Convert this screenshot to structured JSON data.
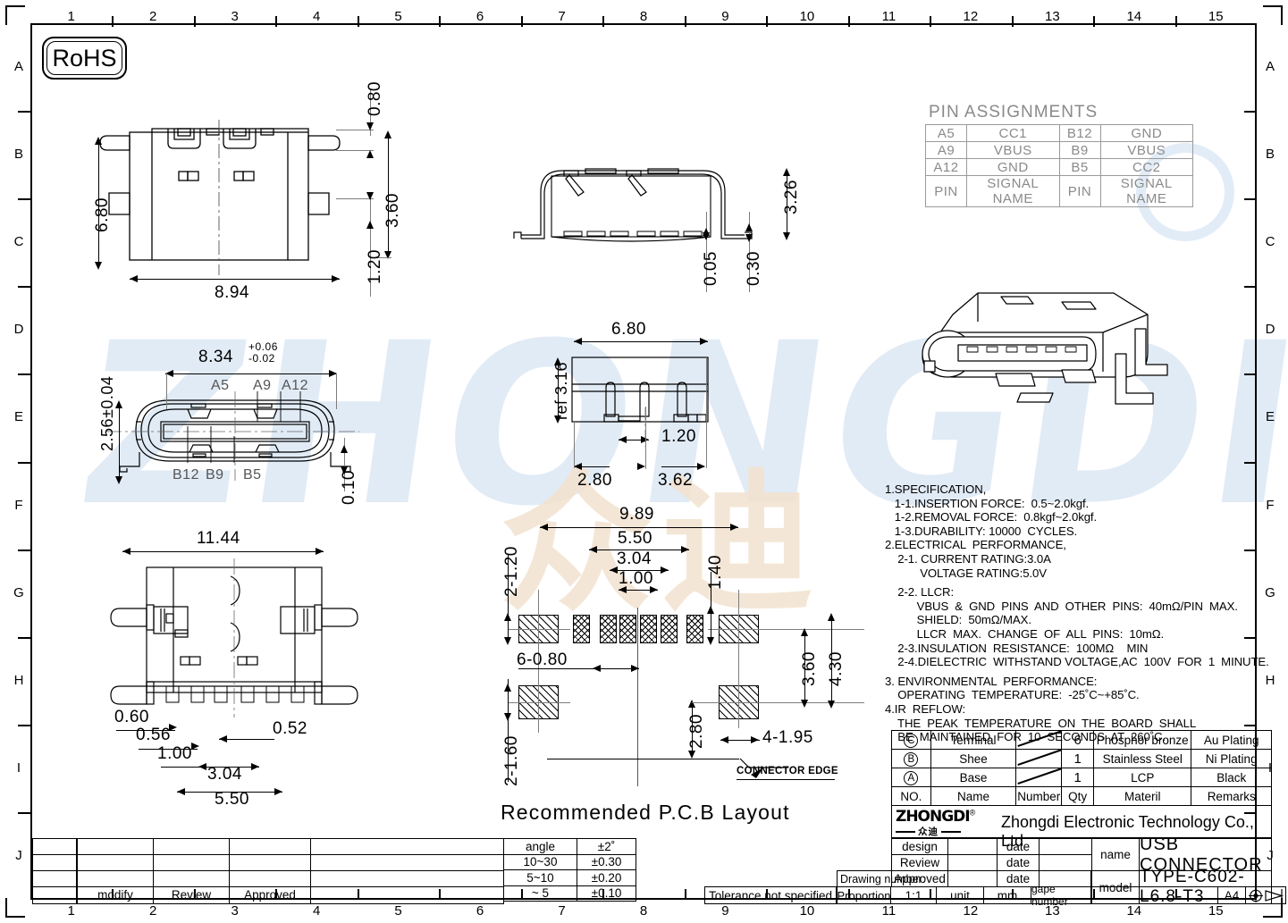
{
  "sheet": {
    "col_labels": [
      "1",
      "2",
      "3",
      "4",
      "5",
      "6",
      "7",
      "8",
      "9",
      "10",
      "11",
      "12",
      "13",
      "14",
      "15"
    ],
    "row_labels": [
      "A",
      "B",
      "C",
      "D",
      "E",
      "F",
      "G",
      "H",
      "I",
      "J"
    ],
    "rohs_label": "RoHS"
  },
  "pin_assignments": {
    "title": "PIN ASSIGNMENTS",
    "rows": [
      [
        "A5",
        "CC1",
        "B12",
        "GND"
      ],
      [
        "A9",
        "VBUS",
        "B9",
        "VBUS"
      ],
      [
        "A12",
        "GND",
        "B5",
        "CC2"
      ],
      [
        "PIN",
        "SIGNAL NAME",
        "PIN",
        "SIGNAL NAME"
      ]
    ]
  },
  "views": {
    "top_view": {
      "dims": [
        "6.80",
        "8.94",
        "0.80",
        "3.60",
        "1.20"
      ]
    },
    "side_view": {
      "dims": [
        "3.26",
        "0.05",
        "0.30"
      ]
    },
    "front_view": {
      "dims": [
        "2.56±0.04",
        "8.34",
        "+0.06",
        "-0.02",
        "0.10"
      ],
      "pin_top": [
        "A5",
        "A9",
        "A12"
      ],
      "pin_bottom": [
        "B12",
        "B9",
        "B5"
      ]
    },
    "end_view": {
      "dims": [
        "6.80",
        "ref 3.16",
        "1.20",
        "2.80",
        "3.62"
      ]
    },
    "bottom_view": {
      "dims": [
        "11.44",
        "0.60",
        "0.56",
        "1.00",
        "0.52",
        "3.04",
        "5.50"
      ]
    },
    "pcb_layout": {
      "title": "Recommended P.C.B Layout",
      "dims": [
        "9.89",
        "5.50",
        "3.04",
        "1.00",
        "1.40",
        "2-1.20",
        "6-0.80",
        "2-1.60",
        "3.60",
        "4.30",
        "2.80",
        "4-1.95"
      ],
      "note": "CONNECTOR EDGE"
    }
  },
  "specification": {
    "lines": [
      "1.SPECIFICATION,",
      "   1-1.INSERTION FORCE:  0.5~2.0kgf.",
      "   1-2.REMOVAL FORCE:  0.8kgf~2.0kgf.",
      "   1-3.DURABILITY: 10000  CYCLES.",
      "2.ELECTRICAL  PERFORMANCE,",
      "    2-1. CURRENT RATING:3.0A",
      "           VOLTAGE RATING:5.0V",
      "",
      "    2-2. LLCR:",
      "          VBUS  &  GND  PINS  AND  OTHER  PINS:  40mΩ/PIN  MAX.",
      "          SHIELD:  50mΩ/MAX.",
      "          LLCR  MAX.  CHANGE  OF  ALL  PINS:  10mΩ.",
      "    2-3.INSULATION  RESISTANCE:  100MΩ    MIN",
      "    2-4.DIELECTRIC  WITHSTAND VOLTAGE,AC  100V  FOR  1  MINUTE.",
      "",
      "3. ENVIRONMENTAL  PERFORMANCE:",
      "    OPERATING  TEMPERATURE:  -25˚C~+85˚C.",
      "4.IR  REFLOW:",
      "    THE  PEAK  TEMPERATURE  ON  THE  BOARD  SHALL",
      "    BE  MAINTAINED  FOR  10  SECONDS  AT  260˚C."
    ]
  },
  "material_table": {
    "rows": [
      {
        "no": "C",
        "name": "Terminal",
        "number": "",
        "qty": "6",
        "material": "Phosphor bronze",
        "remarks": "Au Plating"
      },
      {
        "no": "B",
        "name": "Shee",
        "number": "",
        "qty": "1",
        "material": "Stainless Steel",
        "remarks": "Ni Plating"
      },
      {
        "no": "A",
        "name": "Base",
        "number": "",
        "qty": "1",
        "material": "LCP",
        "remarks": "Black"
      }
    ],
    "headers": [
      "NO.",
      "Name",
      "Number",
      "Qty",
      "Materil",
      "Remarks"
    ]
  },
  "company": {
    "logo_text": "ZHONGDI",
    "logo_cn": "众迪",
    "registered": "®",
    "name": "Zhongdi Electronic Technology Co., Ltd"
  },
  "title_block": {
    "design_label": "design",
    "review_label": "Review",
    "approved_label": "Approved",
    "date_label": "date",
    "design_value": "",
    "review_value": "",
    "approved_value": "",
    "design_date": "",
    "review_date": "",
    "approved_date": "",
    "name_label": "name",
    "name_value": "USB CONNECTOR",
    "model_label": "model",
    "model_value": "TYPE-C602-L6.8-T3",
    "drawing_number_label": "Drawing number:",
    "drawing_number_value": "",
    "proportion_label": "Proportion",
    "proportion_value": "1:1",
    "unit_label": "unit",
    "unit_value": "mm",
    "gape_label": "gape number",
    "gape_value": "",
    "size_label": "A4"
  },
  "tolerance_table": {
    "rows": [
      [
        "angle",
        "±2˚"
      ],
      [
        "10~30",
        "±0.30"
      ],
      [
        "5~10",
        "±0.20"
      ],
      [
        "~ 5",
        "±0.10"
      ]
    ],
    "footer": "Tolerance not specified"
  },
  "modify_row": {
    "cells": [
      "",
      "modify",
      "Review",
      "Approved"
    ]
  }
}
